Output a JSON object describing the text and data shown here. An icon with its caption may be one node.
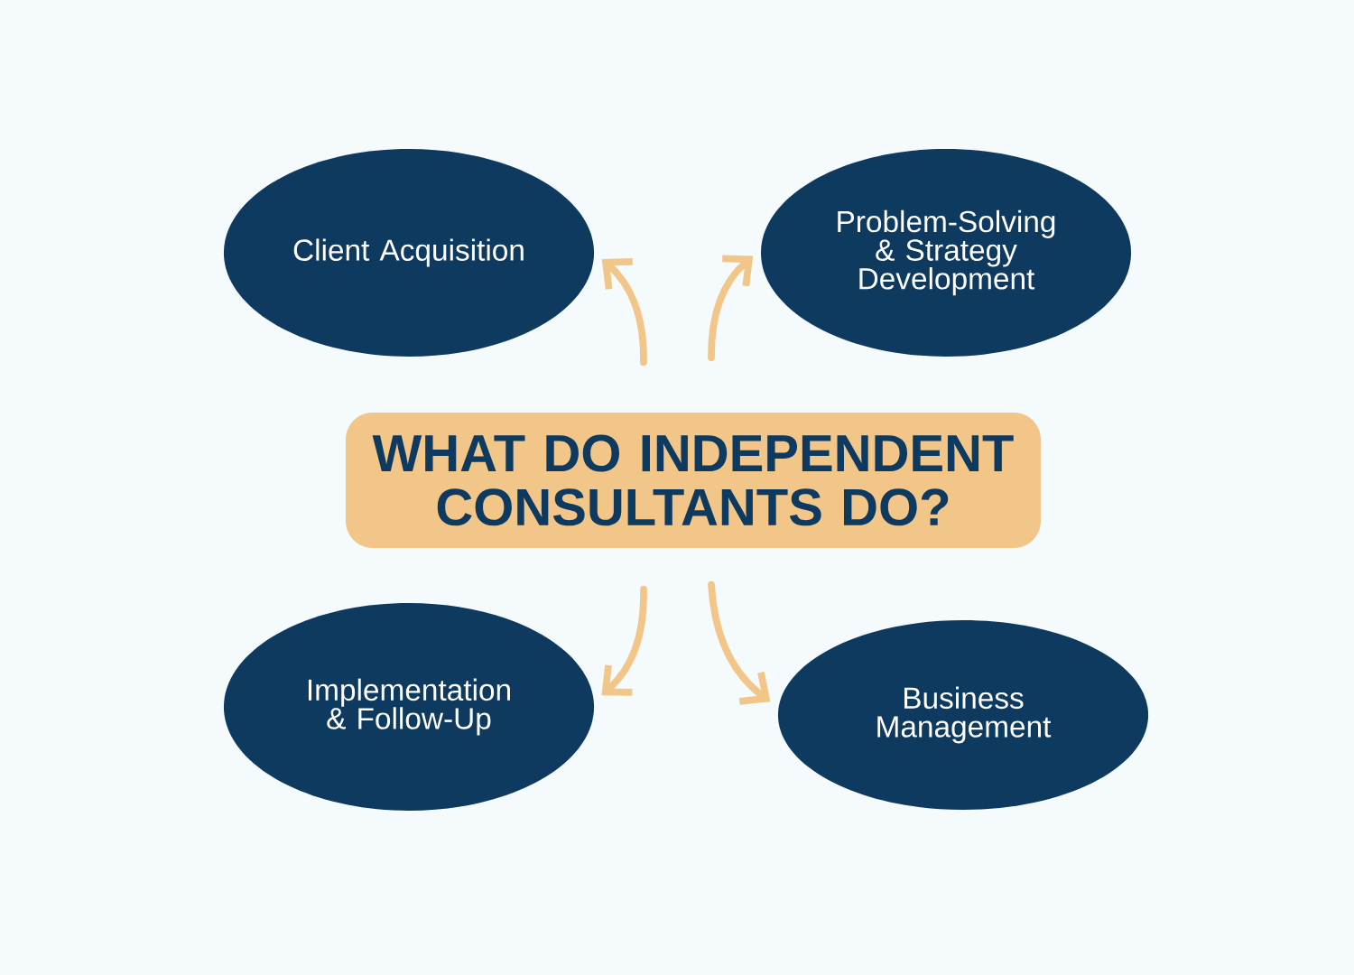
{
  "diagram": {
    "nodes": [
      {
        "text": [
          "WHAT DO INDEPENDENT CONSULTANTS DO?"
        ]
      },
      {
        "text": [
          "Client Acquisition"
        ]
      },
      {
        "text": [
          "Problem-Solving & Strategy Development"
        ]
      },
      {
        "text": [
          "Implementation & Follow-Up"
        ]
      },
      {
        "text": [
          "Business Management"
        ]
      }
    ],
    "edges": [
      {
        "from": 0,
        "to": 1,
        "arrow": "to"
      },
      {
        "from": 0,
        "to": 2,
        "arrow": "to"
      },
      {
        "from": 0,
        "to": 3,
        "arrow": "to"
      },
      {
        "from": 0,
        "to": 4,
        "arrow": "to"
      }
    ]
  }
}
